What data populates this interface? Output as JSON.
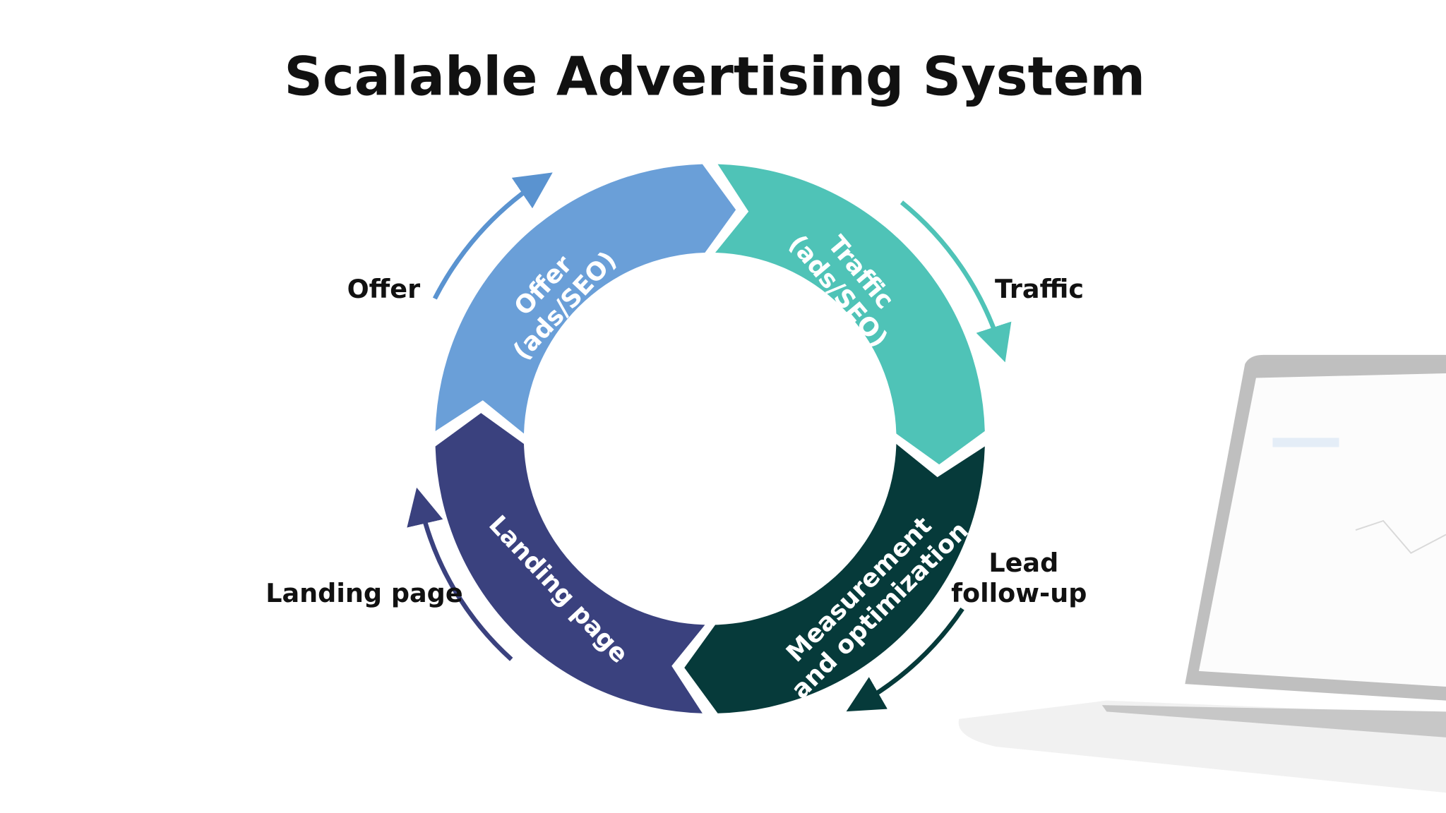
{
  "title": "Scalable Advertising System",
  "segments": [
    {
      "id": "offer",
      "line1": "Offer",
      "line2": "(ads/SEO)",
      "color": "#6a9fd8"
    },
    {
      "id": "traffic",
      "line1": "Traffic",
      "line2": "(ads/SEO)",
      "color": "#4fc3b7"
    },
    {
      "id": "measurement",
      "line1": "Measurement",
      "line2": "and optimization",
      "color": "#063a3a"
    },
    {
      "id": "landing",
      "line1": "Landing page",
      "color": "#3a417e"
    }
  ],
  "outer_labels": {
    "offer": "Offer",
    "traffic": "Traffic",
    "lead_line1": "Lead",
    "lead_line2": "follow-up",
    "landing": "Landing page"
  },
  "arrow_colors": {
    "offer": "#5a93d0",
    "traffic": "#4fc3b7",
    "lead": "#063a3a",
    "landing": "#3a417e"
  }
}
